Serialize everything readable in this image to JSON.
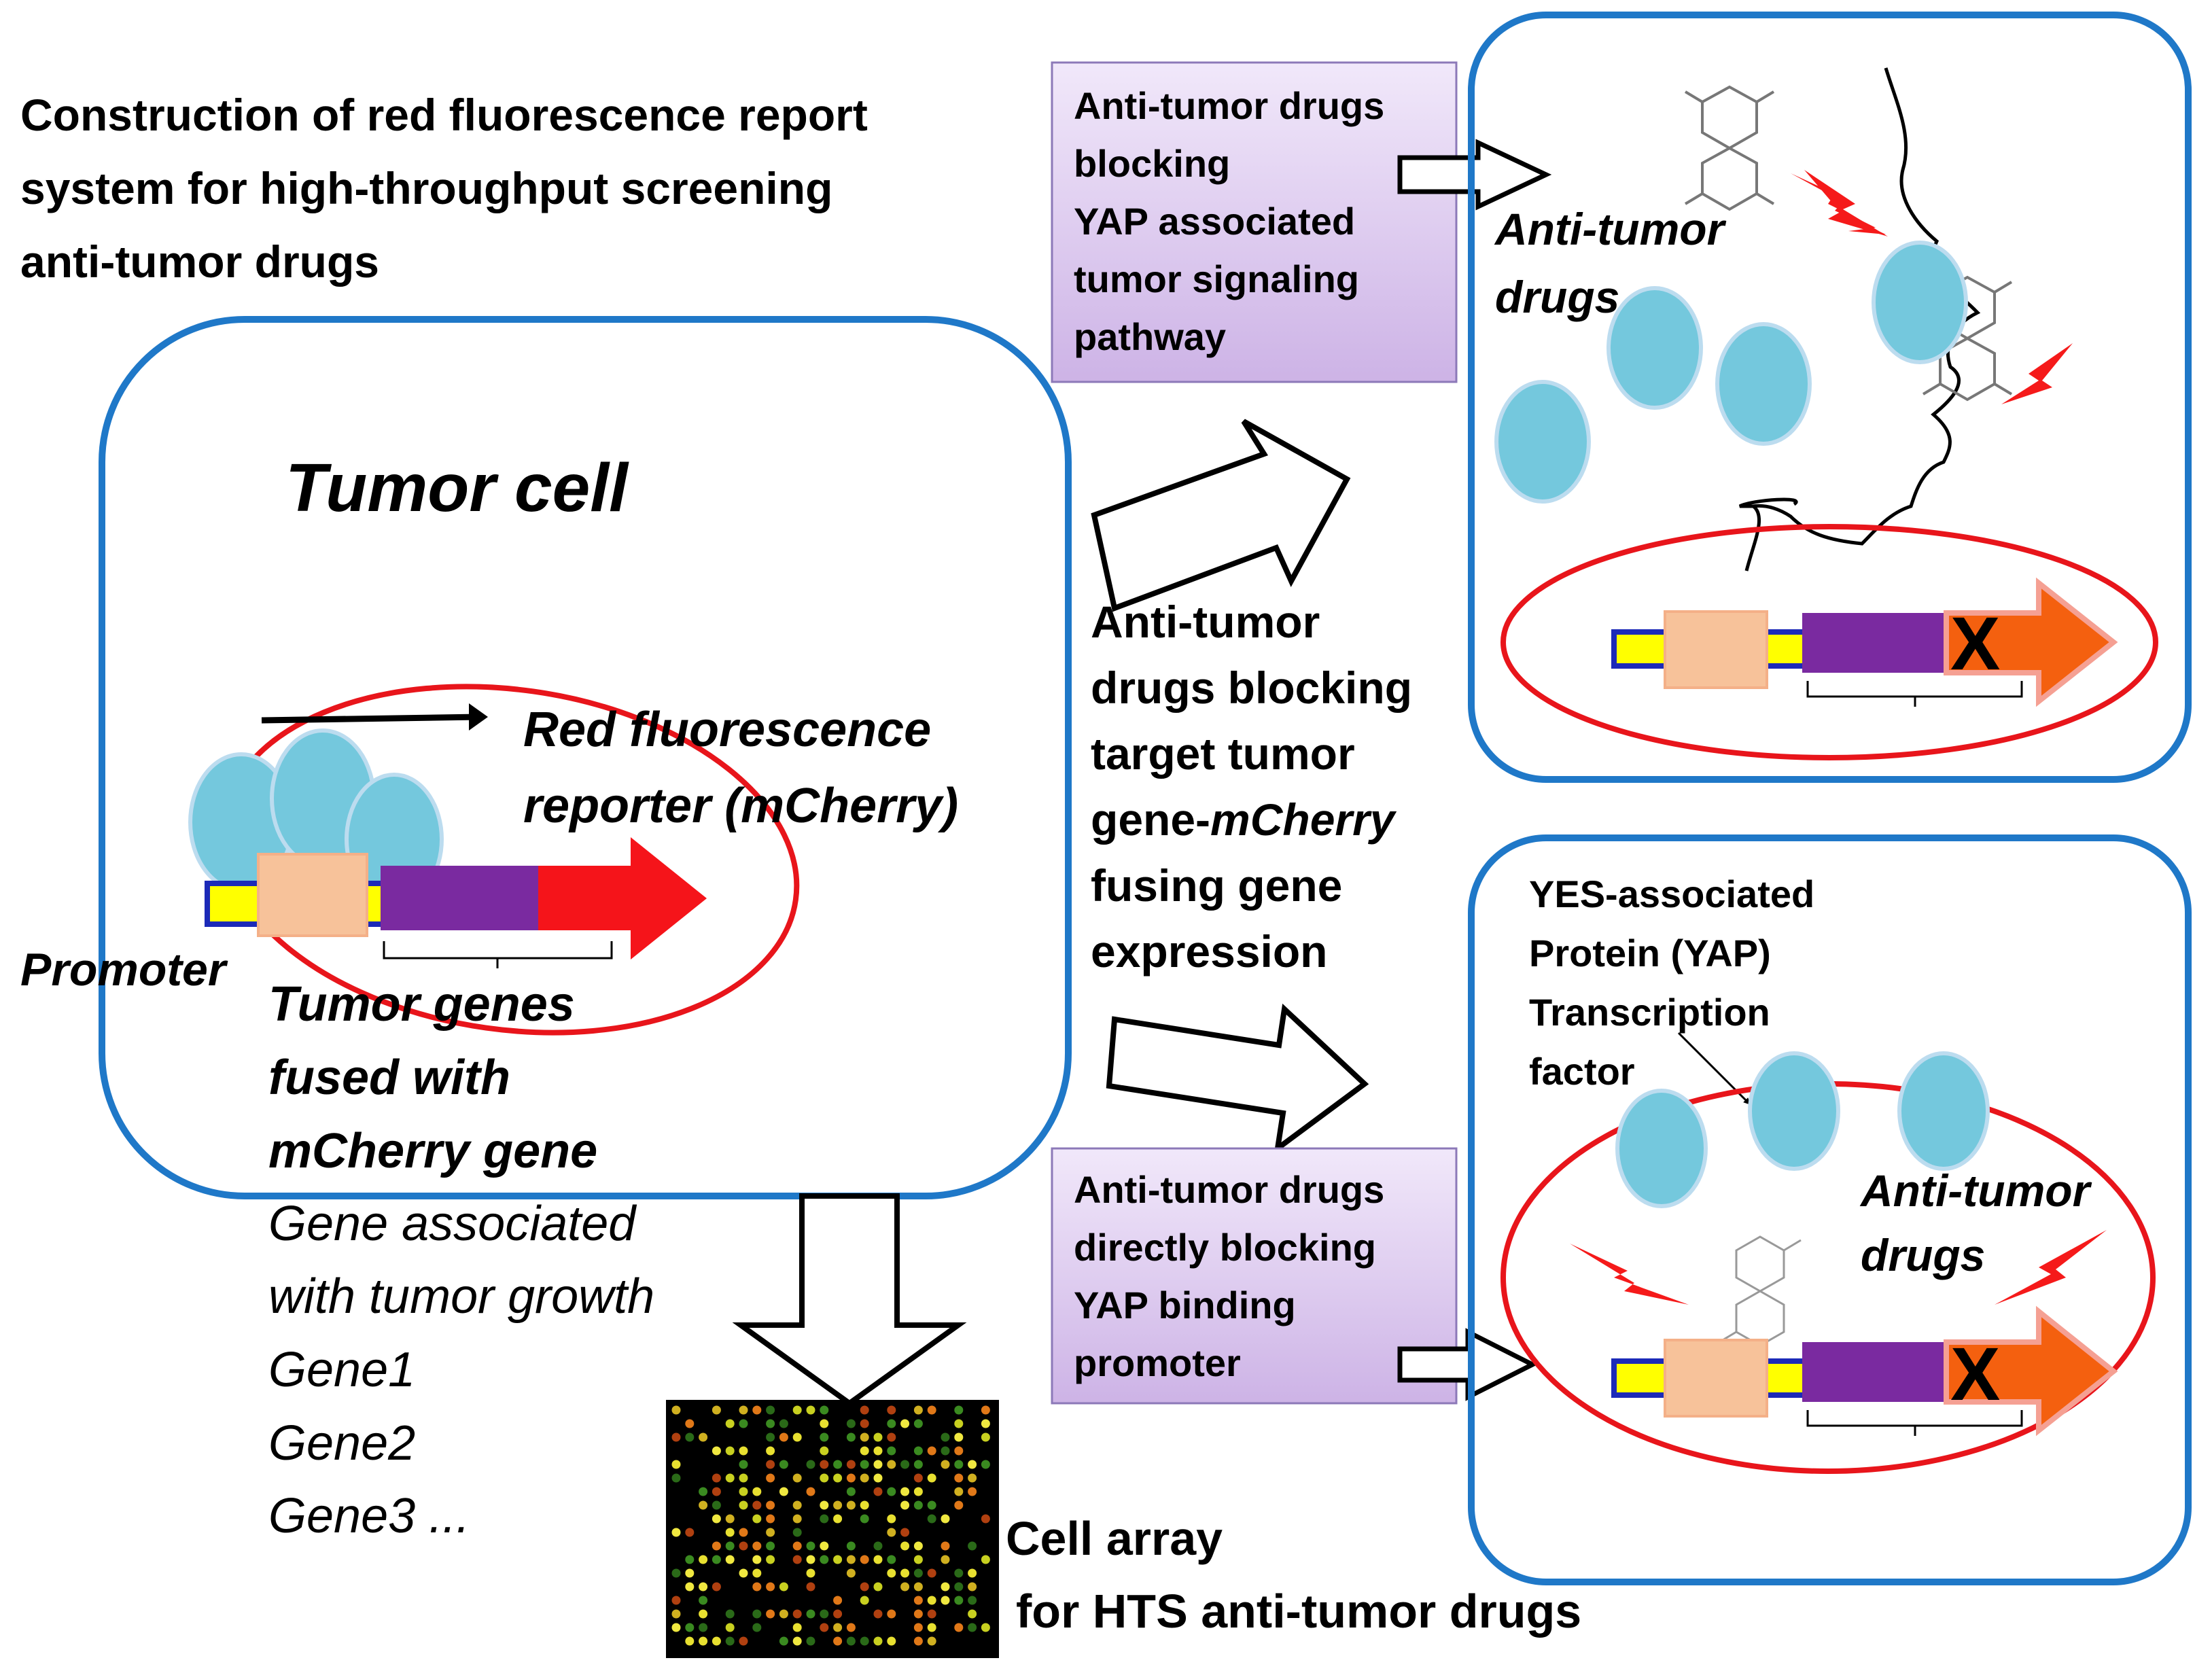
{
  "title": [
    "Construction of red fluorescence report",
    "system for high-throughput screening",
    "anti-tumor drugs"
  ],
  "tumor_cell_label": "Tumor cell",
  "reporter_label": [
    "Red fluorescence",
    "reporter (mCherry)"
  ],
  "promoter_label": "Promoter",
  "fused_genes_label": [
    "Tumor genes",
    "fused with",
    "mCherry gene"
  ],
  "gene_list": [
    "Gene associated",
    "with tumor growth",
    "Gene1",
    "Gene2",
    "Gene3 ..."
  ],
  "cell_array_label": [
    "Cell array",
    "for HTS  anti-tumor drugs"
  ],
  "top_box_text": [
    "Anti-tumor drugs",
    "blocking",
    "YAP associated",
    "tumor signaling",
    "pathway"
  ],
  "middle_text": [
    "Anti-tumor",
    "drugs blocking",
    "target tumor"
  ],
  "middle_text_gene_prefix": "gene-",
  "middle_text_gene_italic": "mCherry",
  "middle_text_tail": [
    "fusing gene",
    "expression"
  ],
  "bottom_box_text": [
    "Anti-tumor drugs",
    "directly blocking",
    "YAP binding",
    "promoter"
  ],
  "anti_tumor_drugs_label": [
    "Anti-tumor",
    "drugs"
  ],
  "yap_label": [
    "YES-associated",
    "Protein (YAP)",
    "Transcription",
    "factor"
  ],
  "x_mark": "X",
  "colors": {
    "cell_border": "#1f78c8",
    "nucleus_border": "#e8151b",
    "yap_fill": "#74c8dd",
    "promoter_fill": "#f7c29a",
    "gene_fill": "#7a2aa0",
    "reporter_red": "#f5141a",
    "reporter_orange": "#f4600f",
    "dna_yellow": "#ffff00",
    "dna_border": "#1c2ab8",
    "box_fill": "#ddc8ee",
    "box_border": "#8c79b8",
    "lightning": "#f51a1a"
  }
}
